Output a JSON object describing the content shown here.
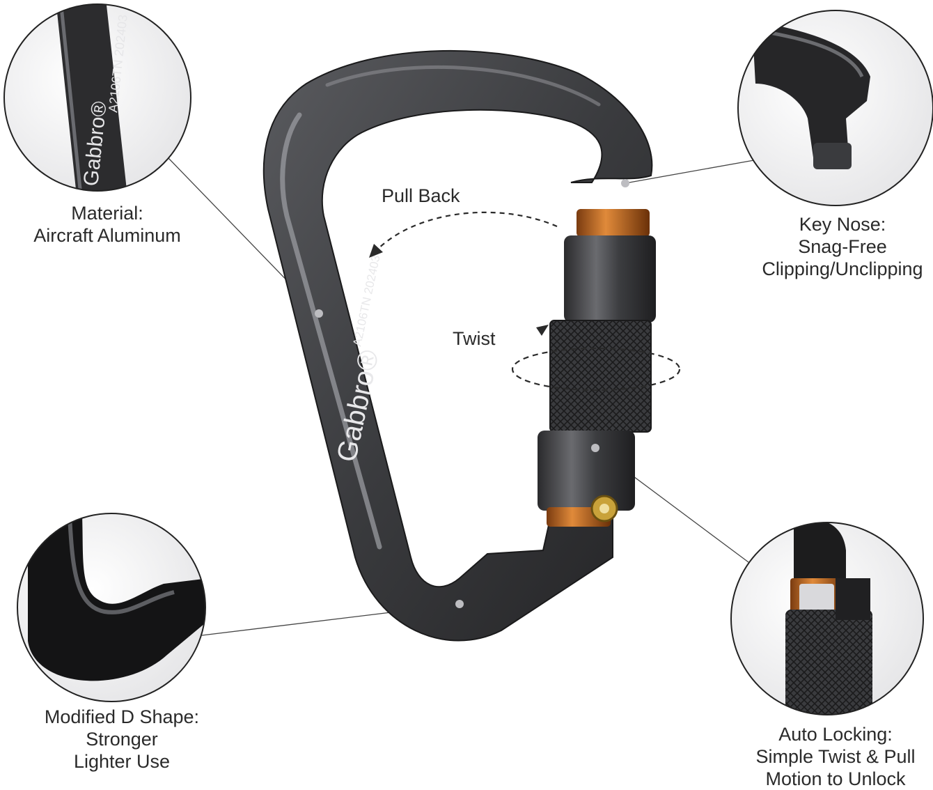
{
  "product": {
    "brand_mark": "Gabbro®",
    "model_code": "A2106TN 202403"
  },
  "actions": {
    "pull_back": "Pull Back",
    "twist": "Twist"
  },
  "callouts": {
    "material": {
      "line1": "Material:",
      "line2": "Aircraft Aluminum"
    },
    "key_nose": {
      "line1": "Key Nose:",
      "line2": "Snag-Free",
      "line3": "Clipping/Unclipping"
    },
    "shape": {
      "line1": "Modified D Shape:",
      "line2": "Stronger",
      "line3": "Lighter Use"
    },
    "auto_lock": {
      "line1": "Auto Locking:",
      "line2": "Simple Twist & Pull",
      "line3": "Motion to Unlock"
    }
  },
  "colors": {
    "frame_dark": "#2b2b2d",
    "frame_mid": "#4a4b4e",
    "highlight": "#9a9ba0",
    "copper": "#c9712a",
    "callout_line": "#444444"
  }
}
